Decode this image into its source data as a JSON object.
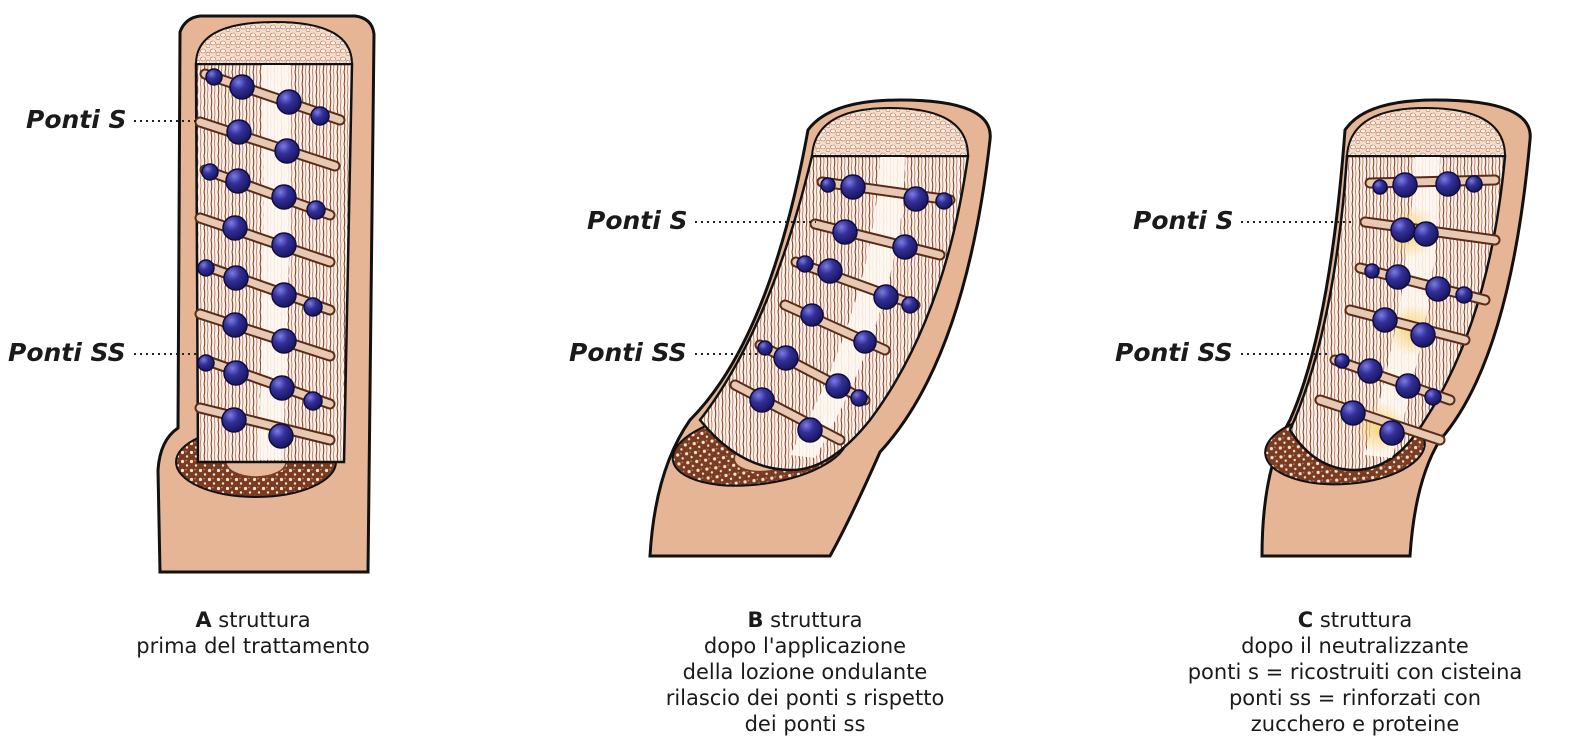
{
  "panels": [
    {
      "letter": "A",
      "caption_lines": [
        "struttura",
        "prima del trattamento"
      ],
      "label_s": "Ponti S",
      "label_ss": "Ponti SS"
    },
    {
      "letter": "B",
      "caption_lines": [
        "struttura",
        "dopo l'applicazione",
        "della lozione ondulante",
        "rilascio dei ponti s rispetto",
        "dei ponti ss"
      ],
      "label_s": "Ponti S",
      "label_ss": "Ponti SS"
    },
    {
      "letter": "C",
      "caption_lines": [
        "struttura",
        "dopo il neutralizzante",
        "ponti s = ricostruiti con cisteina",
        "ponti ss = rinforzati con",
        "zucchero e proteine"
      ],
      "label_s": "Ponti S",
      "label_ss": "Ponti SS"
    }
  ],
  "colors": {
    "skin": "#e6b596",
    "skin_shadow": "#d59d7c",
    "fiber_dark": "#7a3b20",
    "cortex_bg": "#fbf1ea",
    "bead": "#2f2d8f",
    "bead_highlight": "#6b6bd0",
    "bar": "#e7c8b3",
    "glow": "#f2c14a",
    "outline": "#111111"
  }
}
